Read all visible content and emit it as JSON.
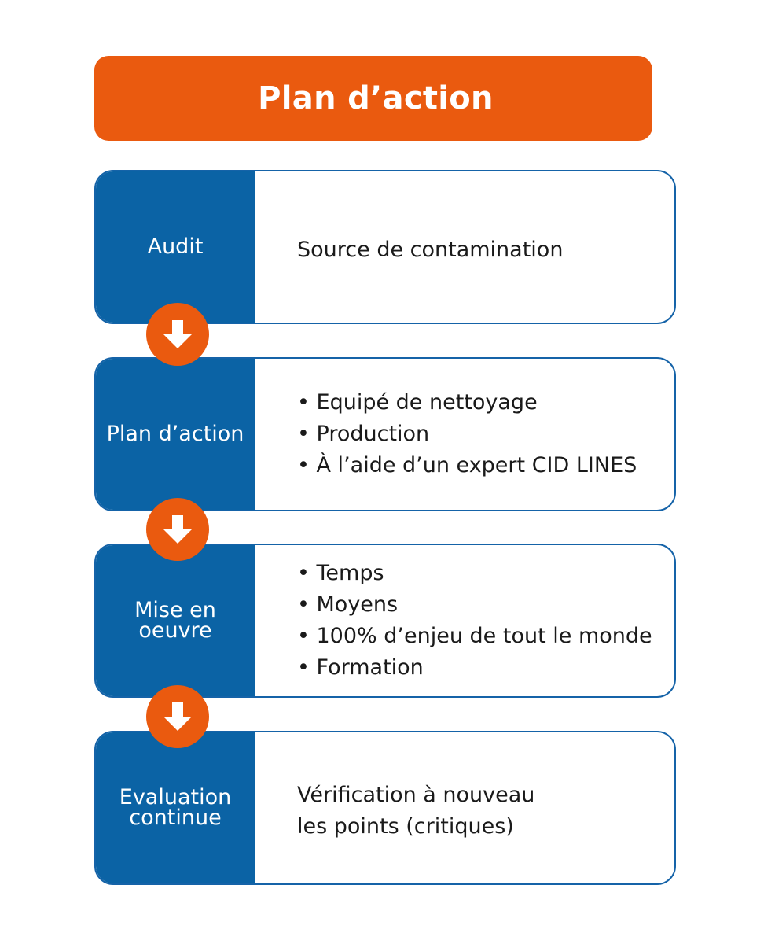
{
  "title": "Plan d’action",
  "colors": {
    "orange": "#ea5a0f",
    "blue": "#0b63a5",
    "border": "#1563a8",
    "text": "#1a1a1a"
  },
  "steps": [
    {
      "label_lines": [
        "Audit"
      ],
      "content_lines": [
        "Source de contamination"
      ]
    },
    {
      "label_lines": [
        "Plan d’action"
      ],
      "content_lines": [
        "• Equipé de nettoyage",
        "• Production",
        "• À l’aide d’un expert CID LINES"
      ]
    },
    {
      "label_lines": [
        "Mise en",
        "oeuvre"
      ],
      "content_lines": [
        "• Temps",
        "• Moyens",
        "• 100% d’enjeu de tout le monde",
        "• Formation"
      ]
    },
    {
      "label_lines": [
        "Evaluation",
        "continue"
      ],
      "content_lines": [
        "Vérification à nouveau",
        "les points (critiques)"
      ]
    }
  ],
  "arrow_icon": "down-arrow-icon"
}
